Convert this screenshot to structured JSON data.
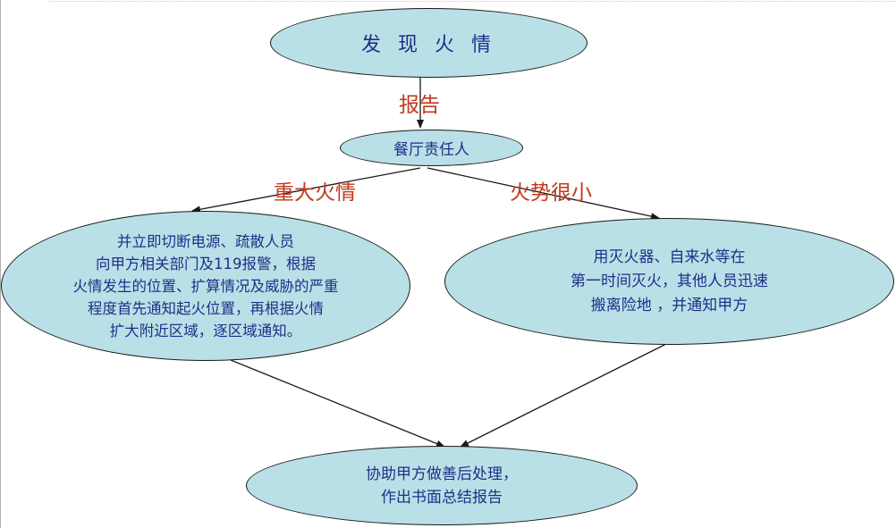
{
  "nodes": {
    "discover_fire": "发 现 火 情",
    "restaurant_manager": "餐厅责任人",
    "major_fire_actions": "并立即切断电源、疏散人员\n向甲方相关部门及119报警，根据\n火情发生的位置、扩算情况及威胁的严重\n程度首先通知起火位置，再根据火情\n扩大附近区域，逐区域通知。",
    "minor_fire_actions": "用灭火器、自来水等在\n第一时间灭火，其他人员迅速\n搬离险地 ，并通知甲方",
    "aftermath": "协助甲方做善后处理，\n作出书面总结报告"
  },
  "edge_labels": {
    "report": "报告",
    "major_fire": "重大火情",
    "minor_fire": "火势很小"
  },
  "colors": {
    "node_fill": "#b9e0e6",
    "node_text": "#1f2f8a",
    "edge_label_text": "#c0391f",
    "line": "#1a1a1a"
  }
}
